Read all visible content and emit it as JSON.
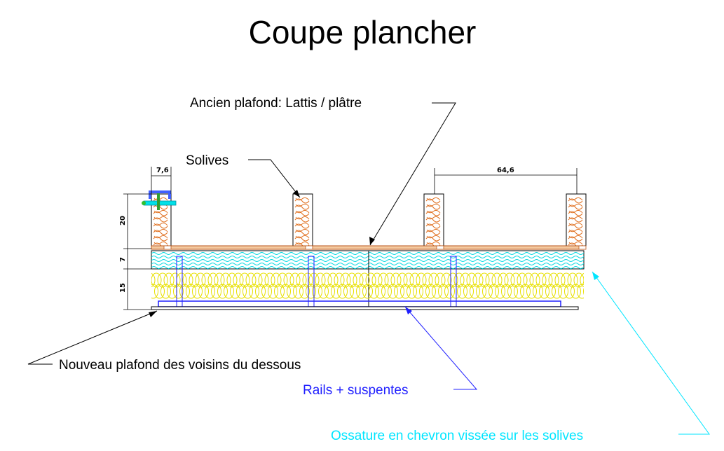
{
  "title": "Coupe plancher",
  "labels": {
    "ancien_plafond": "Ancien plafond: Lattis / plâtre",
    "solives": "Solives",
    "nouveau_plafond": "Nouveau plafond des voisins du dessous",
    "rails": "Rails + suspentes",
    "ossature": "Ossature en chevron vissée sur les solives"
  },
  "dimensions": {
    "joist_width": "7,6",
    "joist_spacing": "64,6",
    "joist_height": "20",
    "batten_height": "7",
    "insulation_height": "15"
  },
  "colors": {
    "wood": "#e07020",
    "batten": "#00d8e0",
    "insulation": "#e8e000",
    "rails": "#1f1fff",
    "ossature_label": "#00e5ff",
    "text": "#000000"
  }
}
